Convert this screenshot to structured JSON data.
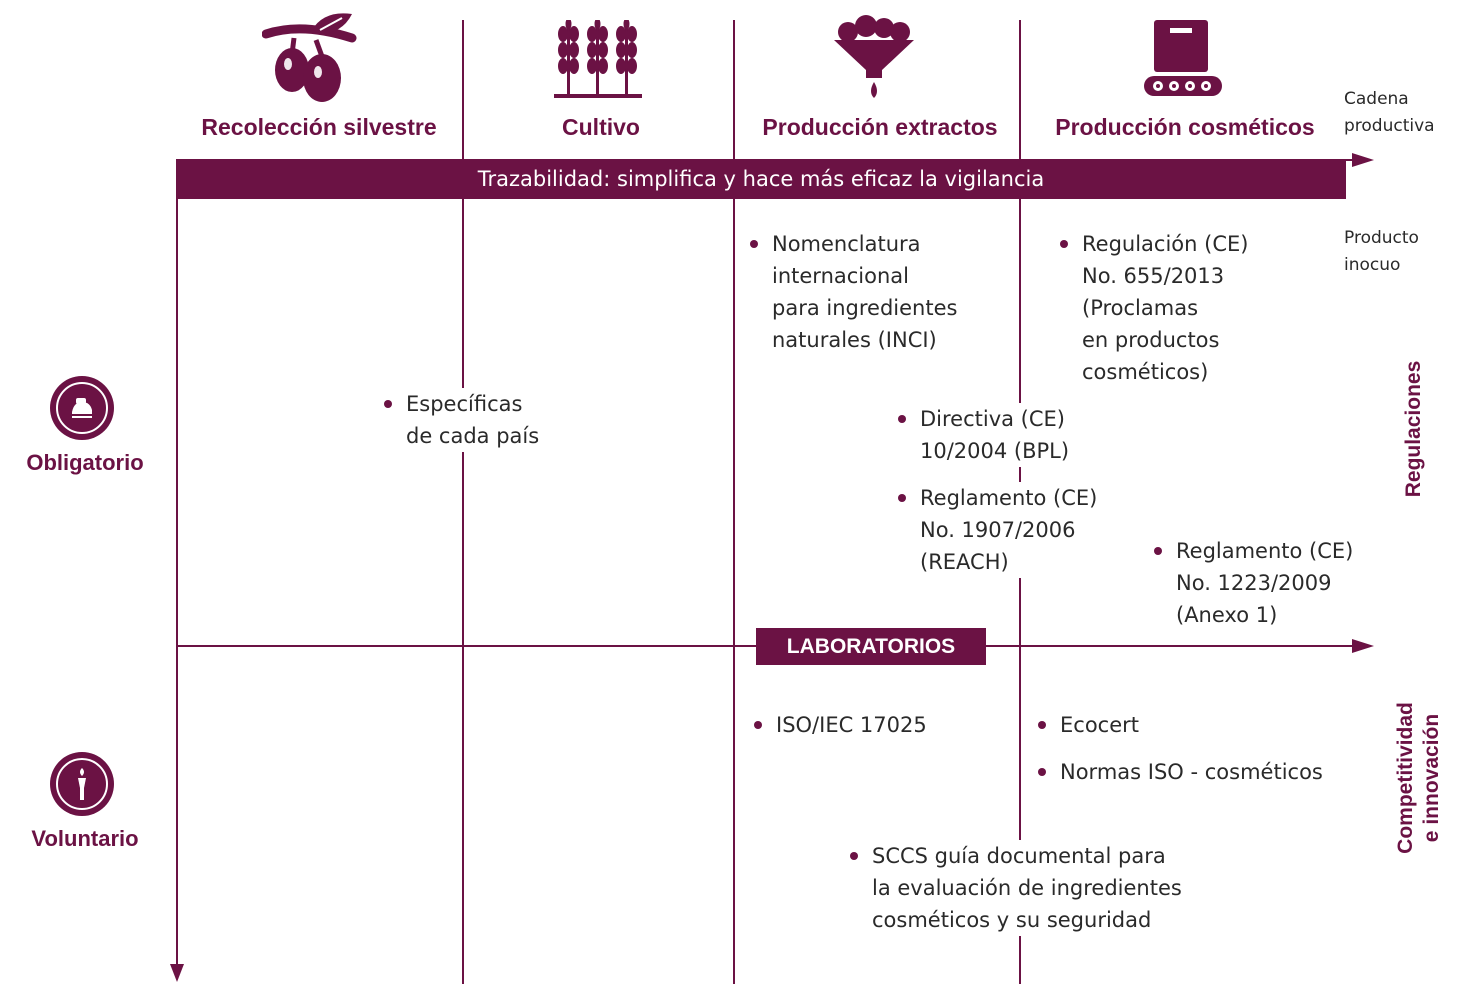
{
  "columns": [
    {
      "title": "Recolección silvestre",
      "icon": "olive-branch-icon"
    },
    {
      "title": "Cultivo",
      "icon": "wheat-crop-icon"
    },
    {
      "title": "Producción extractos",
      "icon": "funnel-extract-icon"
    },
    {
      "title": "Producción cosméticos",
      "icon": "conveyor-box-icon"
    }
  ],
  "axis_labels": {
    "cadena_line1": "Cadena",
    "cadena_line2": "productiva",
    "producto_line1": "Producto",
    "producto_line2": "inocuo"
  },
  "trazabilidad": "Trazabilidad: simplifica y hace más eficaz la vigilancia",
  "laboratorios": "LABORATORIOS",
  "sections": {
    "regulaciones": "Regulaciones",
    "competitividad": "Competitividad\ne innovación",
    "obligatorio": "Obligatorio",
    "voluntario": "Voluntario"
  },
  "bullets": {
    "inci": "Nomenclatura\ninternacional\npara ingredientes\nnaturales (INCI)",
    "regulacion_655": "Regulación (CE)\nNo. 655/2013\n(Proclamas\nen productos\ncosméticos)",
    "especificas": "Específicas\nde cada país",
    "directiva": "Directiva (CE)\n10/2004 (BPL)",
    "reach": "Reglamento (CE)\nNo. 1907/2006\n(REACH)",
    "reglamento_1223": "Reglamento (CE)\nNo. 1223/2009\n(Anexo 1)",
    "iso17025": "ISO/IEC 17025",
    "ecocert": "Ecocert",
    "normas_iso": "Normas ISO - cosméticos",
    "sccs": "SCCS guía documental para\nla evaluación de ingredientes\ncosméticos y su seguridad"
  },
  "colors": {
    "accent": "#6b1244",
    "text": "#2a2a2a"
  }
}
